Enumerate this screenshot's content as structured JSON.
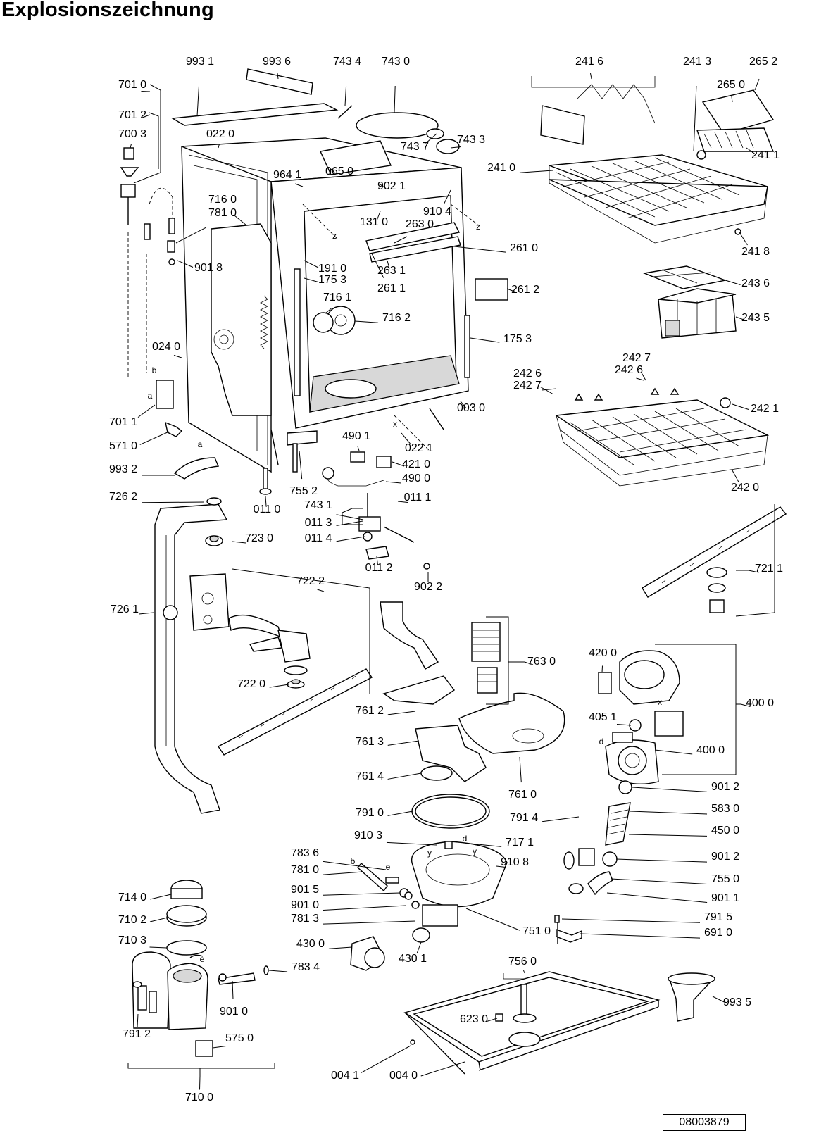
{
  "title": "Explosionszeichnung",
  "doc_number": "08003879",
  "letters": [
    "z",
    "z",
    "x",
    "b",
    "a",
    "a",
    "e",
    "b",
    "d",
    "d",
    "x",
    "y",
    "y",
    "e"
  ],
  "labels": [
    "993 1",
    "993 6",
    "743 4",
    "743 0",
    "241 6",
    "241 3",
    "265 2",
    "701 0",
    "701 2",
    "700 3",
    "265 0",
    "743 3",
    "743 7",
    "022 0",
    "964 1",
    "065 0",
    "902 1",
    "241 1",
    "241 0",
    "910 4",
    "716 0",
    "781 0",
    "131 0",
    "263 0",
    "901 8",
    "241 8",
    "261 0",
    "191 0",
    "175 3",
    "263 1",
    "261 1",
    "261 2",
    "243 6",
    "716 1",
    "716 2",
    "243 5",
    "175 3",
    "024 0",
    "242 7",
    "242 6",
    "242 6",
    "242 7",
    "003 0",
    "242 1",
    "701 1",
    "490 1",
    "022 1",
    "571 0",
    "421 0",
    "993 2",
    "490 0",
    "242 0",
    "755 2",
    "726 2",
    "011 0",
    "743 1",
    "011 1",
    "011 3",
    "723 0",
    "011 4",
    "011 2",
    "902 2",
    "721 1",
    "722 2",
    "726 1",
    "763 0",
    "420 0",
    "722 0",
    "400 0",
    "761 2",
    "405 1",
    "761 3",
    "400 0",
    "761 4",
    "761 0",
    "901 2",
    "791 0",
    "583 0",
    "791 4",
    "450 0",
    "910 3",
    "717 1",
    "783 6",
    "910 8",
    "901 2",
    "781 0",
    "755 0",
    "901 5",
    "714 0",
    "901 0",
    "901 1",
    "781 3",
    "710 2",
    "791 5",
    "751 0",
    "691 0",
    "710 3",
    "430 0",
    "430 1",
    "756 0",
    "783 4",
    "901 0",
    "993 5",
    "623 0",
    "791 2",
    "575 0",
    "004 1",
    "004 0",
    "710 0"
  ]
}
